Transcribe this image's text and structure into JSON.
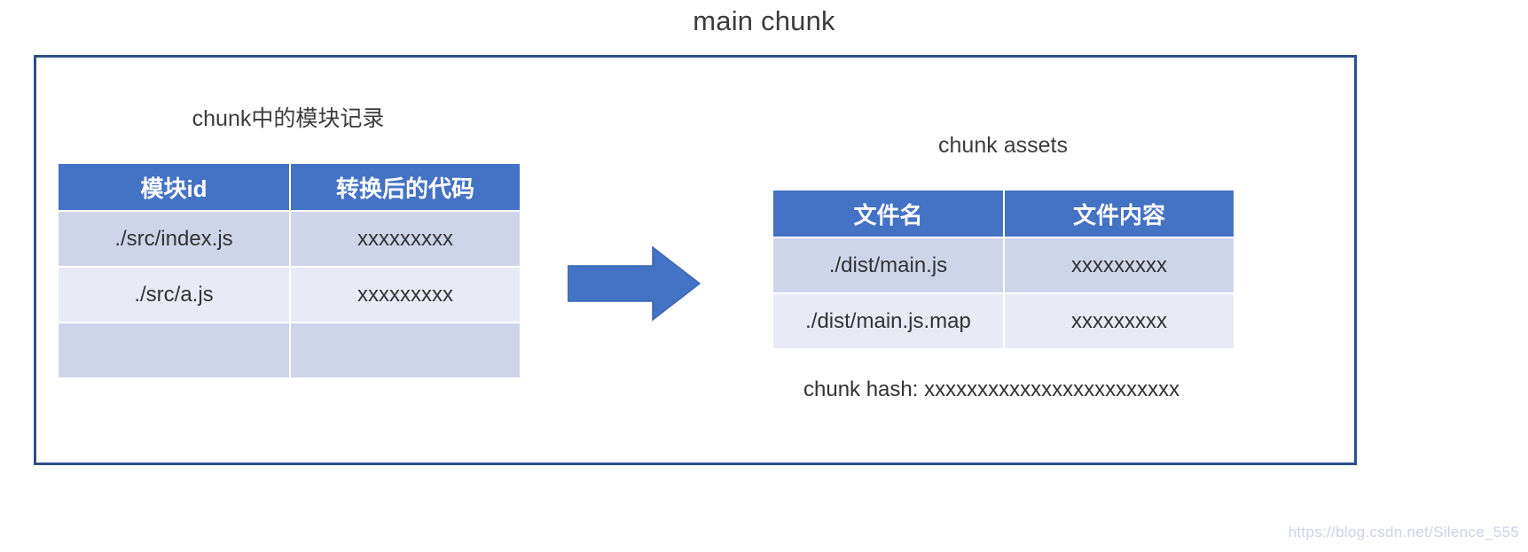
{
  "title": "main chunk",
  "colors": {
    "panel_border": "#2E4F8F",
    "header_blue": "#4472C4",
    "row_dark": "#CFD5E9",
    "row_light": "#E8EBF5",
    "arrow_fill": "#4472C4",
    "arrow_stroke": "#3C67B5",
    "title_text": "#3c3c3c",
    "watermark_text": "#ccd3e4"
  },
  "modules_table": {
    "caption": "chunk中的模块记录",
    "headers": [
      "模块id",
      "转换后的代码"
    ],
    "rows": [
      {
        "id": "./src/index.js",
        "code": "xxxxxxxxx"
      },
      {
        "id": "./src/a.js",
        "code": "xxxxxxxxx"
      },
      {
        "id": "",
        "code": ""
      }
    ]
  },
  "assets_table": {
    "caption": "chunk assets",
    "headers": [
      "文件名",
      "文件内容"
    ],
    "rows": [
      {
        "name": "./dist/main.js",
        "content": "xxxxxxxxx"
      },
      {
        "name": "./dist/main.js.map",
        "content": "xxxxxxxxx"
      }
    ]
  },
  "chunk_hash": "chunk hash: xxxxxxxxxxxxxxxxxxxxxxxx",
  "arrow": {
    "icon": "right-arrow-icon",
    "direction": "right"
  },
  "watermark": "https://blog.csdn.net/Silence_555"
}
